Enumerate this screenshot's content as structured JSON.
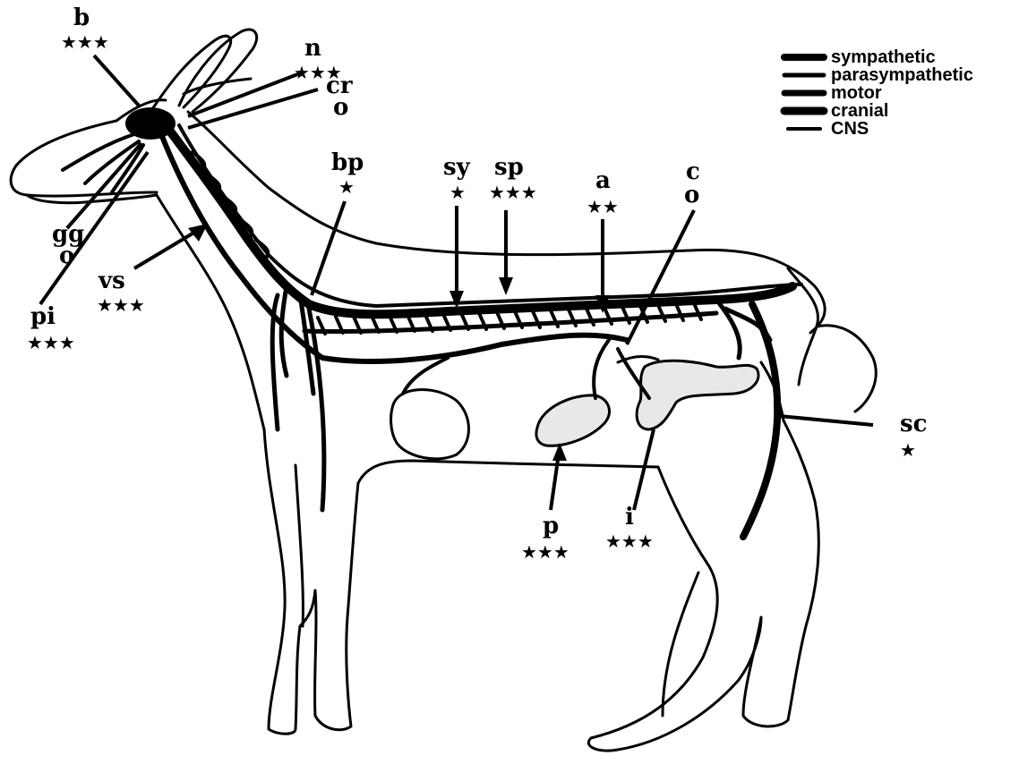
{
  "labels": {
    "b": {
      "text": "b",
      "mark": "★★★"
    },
    "n": {
      "text": "n",
      "mark": "★★★"
    },
    "cr": {
      "text": "cr",
      "mark": "o"
    },
    "gg": {
      "text": "gg",
      "mark": "o"
    },
    "vs": {
      "text": "vs",
      "mark": "★★★"
    },
    "pi": {
      "text": "pi",
      "mark": "★★★"
    },
    "bp": {
      "text": "bp",
      "mark": "★"
    },
    "sy": {
      "text": "sy",
      "mark": "★"
    },
    "sp": {
      "text": "sp",
      "mark": "★★★"
    },
    "a": {
      "text": "a",
      "mark": "★★"
    },
    "c": {
      "text": "c",
      "mark": "o"
    },
    "sc": {
      "text": "sc",
      "mark": "★"
    },
    "p": {
      "text": "p",
      "mark": "★★★"
    },
    "i": {
      "text": "i",
      "mark": "★★★"
    }
  },
  "legend": [
    {
      "label": "sympathetic"
    },
    {
      "label": "parasympathetic"
    },
    {
      "label": "motor"
    },
    {
      "label": "cranial"
    },
    {
      "label": "CNS"
    }
  ]
}
